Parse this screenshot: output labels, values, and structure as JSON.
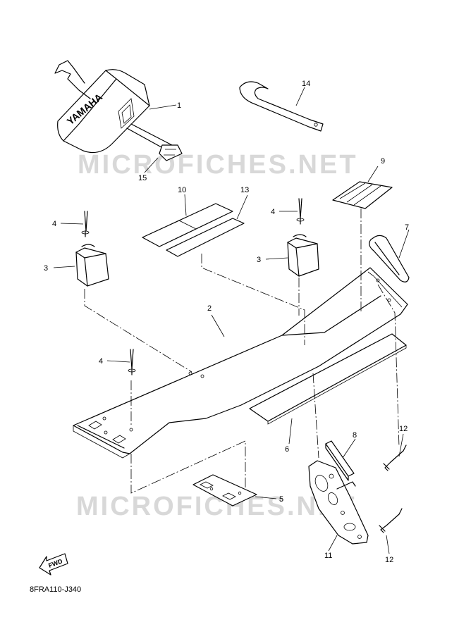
{
  "watermarks": [
    "MICROFICHES.NET",
    "MICROFICHES.NET"
  ],
  "cover_brand": "YAMAHA",
  "fwd_label": "FWD",
  "diagram_code": "8FRA110-J340",
  "callouts": {
    "c1": "1",
    "c2": "2",
    "c3a": "3",
    "c3b": "3",
    "c4a": "4",
    "c4b": "4",
    "c4c": "4",
    "c5": "5",
    "c6": "6",
    "c7": "7",
    "c8": "8",
    "c9": "9",
    "c10": "10",
    "c11": "11",
    "c12a": "12",
    "c12b": "12",
    "c13": "13",
    "c14": "14",
    "c15": "15"
  }
}
